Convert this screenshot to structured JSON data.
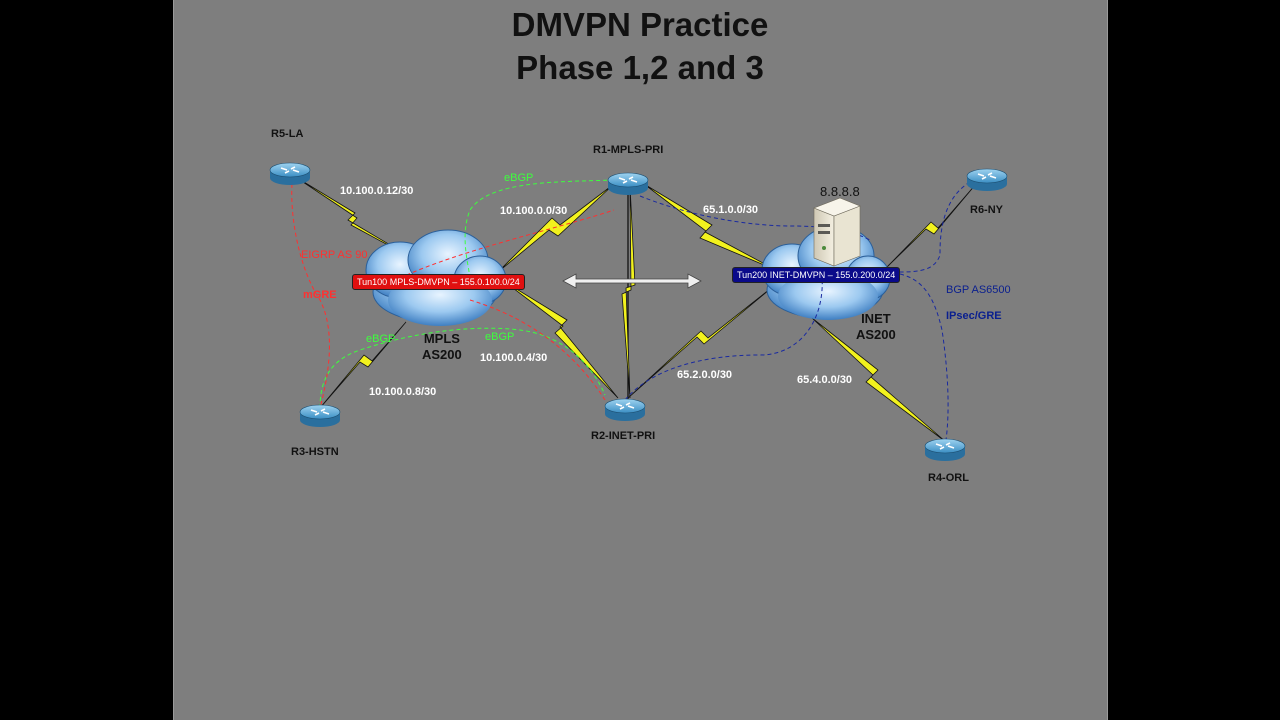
{
  "title": {
    "line1": "DMVPN Practice",
    "line2": "Phase 1,2 and 3"
  },
  "routers": {
    "r5": "R5-LA",
    "r1": "R1-MPLS-PRI",
    "r6": "R6-NY",
    "r3": "R3-HSTN",
    "r2": "R2-INET-PRI",
    "r4": "R4-ORL"
  },
  "server": {
    "label": "8.8.8.8"
  },
  "clouds": {
    "mpls": {
      "line1": "MPLS",
      "line2": "AS200"
    },
    "inet": {
      "line1": "INET",
      "line2": "AS200"
    }
  },
  "tunnels": {
    "mpls": "Tun100 MPLS-DMVPN – 155.0.100.0/24",
    "inet": "Tun200 INET-DMVPN – 155.0.200.0/24"
  },
  "subnets": {
    "r5_mpls": "10.100.0.12/30",
    "r1_mpls": "10.100.0.0/30",
    "r2_mpls": "10.100.0.4/30",
    "r3_mpls": "10.100.0.8/30",
    "r1_inet": "65.1.0.0/30",
    "r2_inet": "65.2.0.0/30",
    "r4_inet": "65.4.0.0/30"
  },
  "protocols": {
    "ebgp_top": "eBGP",
    "ebgp_left": "eBGP",
    "ebgp_mid": "eBGP",
    "eigrp": "EIGRP AS 90",
    "mgre": "mGRE",
    "bgp_as": "BGP AS6500",
    "ipsec": "IPsec/GRE"
  },
  "colors": {
    "slide_bg": "#7e7e7e",
    "ebgp": "#3dff3d",
    "eigrp": "#ff3030",
    "inet_dmvpn": "#0a1f8f",
    "mpls_tunnel": "#e01010",
    "inet_tunnel": "#0a0a8a",
    "serial_link": "#f2f21e"
  }
}
